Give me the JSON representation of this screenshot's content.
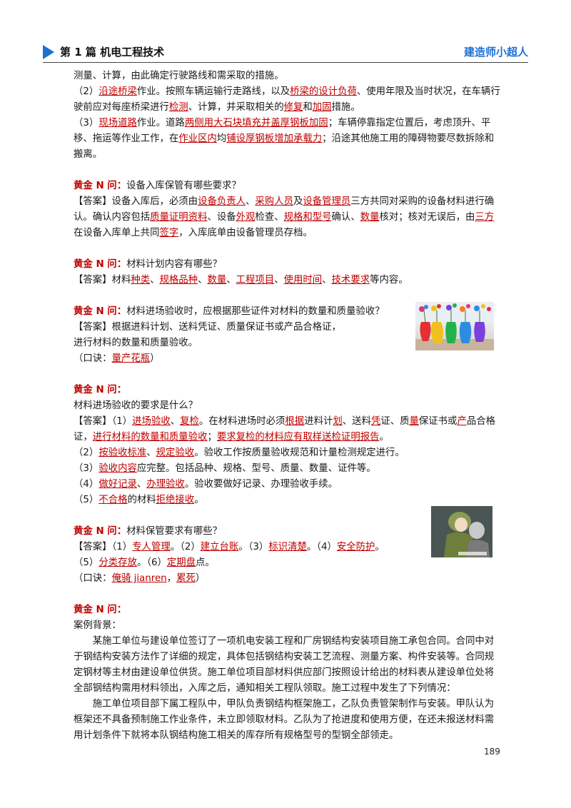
{
  "header": {
    "title": "第 1 篇  机电工程技术",
    "brand": "建造师小超人"
  },
  "page_number": "189",
  "images": [
    {
      "name": "colorful-flower-vases",
      "description": "彩色花瓶图片"
    },
    {
      "name": "anime-characters",
      "description": "动漫人物图片"
    }
  ],
  "content": {
    "p1": {
      "t1": "测量、计算，由此确定行驶路线和需采取的措施。"
    },
    "p2": {
      "t1": "（2）",
      "u1": "沿途桥梁",
      "t2": "作业。按照车辆运输行走路线，以及",
      "u2": "桥梁的设计负荷",
      "t3": "、使用年限及当时状况，在车辆行驶前应对每座桥梁进行",
      "u3": "检测",
      "t4": "、计算，并采取相关的",
      "u4": "修复",
      "t5": "和",
      "u5": "加固",
      "t6": "措施。"
    },
    "p3": {
      "t1": "（3）",
      "u1": "现场道路",
      "t2": "作业。道路",
      "u2": "两侧用大石块填充并盖厚钢板加固",
      "t3": "；车辆停靠指定位置后，考虑顶升、平移、拖运等作业工作，在",
      "u3": "作业区内",
      "t4": "均",
      "u4": "铺设厚钢板增加承载力",
      "t5": "；沿途其他施工用的障碍物要尽数拆除和搬离。"
    },
    "q1": {
      "label": "黄金 N 问：",
      "text": "设备入库保管有哪些要求？",
      "a_t1": "【答案】设备入库后，必须由",
      "a_u1": "设备负责人",
      "a_t2": "、",
      "a_u2": "采购人员",
      "a_t3": "及",
      "a_u3": "设备管理员",
      "a_t4": "三方共同对采购的设备材料进行确认。确认内容包括",
      "a_u4": "质量证明资料",
      "a_t5": "、设备",
      "a_u5": "外观",
      "a_t6": "检查、",
      "a_u6": "规格和型号",
      "a_t7": "确认、",
      "a_u7": "数量",
      "a_t8": "核对；核对无误后，由",
      "a_u8": "三方",
      "a_t9": "在设备入库单上共同",
      "a_u9": "签字",
      "a_t10": "，入库底单由设备管理员存档。"
    },
    "q2": {
      "label": "黄金 N 问：",
      "text": "材料计划内容有哪些？",
      "a_t1": "【答案】材料",
      "a_u1": "种类",
      "a_t2": "、",
      "a_u2": "规格品种",
      "a_t3": "、",
      "a_u3": "数量",
      "a_t4": "、",
      "a_u4": "工程项目",
      "a_t5": "、",
      "a_u5": "使用时间",
      "a_t6": "、",
      "a_u6": "技术要求",
      "a_t7": "等内容。"
    },
    "q3": {
      "label": "黄金 N 问：",
      "text": "材料进场验收时，应根据那些证件对材料的数量和质量验收？",
      "a1": "【答案】根据进料计划、送料凭证、质量保证书或产品合格证，",
      "a2": "进行材料的数量和质量验收。",
      "mn_t1": "（口诀：",
      "mn_u1": "量产花瓶",
      "mn_t2": "）"
    },
    "q4": {
      "label": "黄金 N 问：",
      "text": "材料进场验收的要求是什么？",
      "l1_t1": "【答案】（1）",
      "l1_u1": "进场验收",
      "l1_t2": "、",
      "l1_u2": "复检",
      "l1_t3": "。在材料进场时必须",
      "l1_u3": "根据",
      "l1_t4": "进料计",
      "l1_u4": "划",
      "l1_t5": "、送料",
      "l1_u5": "凭",
      "l1_t6": "证、质",
      "l1_u6": "量",
      "l1_t7": "保证书或",
      "l1_u7": "产",
      "l1_t8": "品合格证，",
      "l1_u8": "进行材料的数量和质量验收",
      "l1_t9": "；",
      "l1_u9": "要求复检的材料应有取样送检证明报告",
      "l1_t10": "。",
      "l2_t1": "（2）",
      "l2_u1": "按验收标准",
      "l2_t2": "、",
      "l2_u2": "规定验收",
      "l2_t3": "。验收工作按质量验收规范和计量检测规定进行。",
      "l3_t1": "（3）",
      "l3_u1": "验收内容",
      "l3_t2": "应完整。包括品种、规格、型号、质量、数量、证件等。",
      "l4_t1": "（4）",
      "l4_u1": "做好记录",
      "l4_t2": "、",
      "l4_u2": "办理验收",
      "l4_t3": "。验收要做好记录、办理验收手续。",
      "l5_t1": "（5）",
      "l5_u1": "不合格",
      "l5_t2": "的材料",
      "l5_u2": "拒绝接收",
      "l5_t3": "。"
    },
    "q5": {
      "label": "黄金 N 问：",
      "text": "材料保管要求有哪些？",
      "a_t1": "【答案】（1）",
      "a_u1": "专人管理",
      "a_t2": "。（2）",
      "a_u2": "建立台账",
      "a_t3": "。（3）",
      "a_u3": "标识清楚",
      "a_t4": "。（4）",
      "a_u4": "安全防护",
      "a_t5": "。",
      "b_t1": "（5）",
      "b_u1": "分类存放",
      "b_t2": "。（6）",
      "b_u2": "定期盘",
      "b_t3": "点。",
      "mn_t1": "（口诀：",
      "mn_u1": "俺骑 jianren",
      "mn_t2": "，",
      "mn_u2": "累死",
      "mn_t3": "）"
    },
    "q6": {
      "label": "黄金 N 问：",
      "bg_label": "案例背景：",
      "para1": "某施工单位与建设单位签订了一项机电安装工程和厂房钢结构安装项目施工承包合同。合同中对于钢结构安装方法作了详细的规定，具体包括钢结构安装工艺流程、测量方案、构件安装等。合同规定钢材等主材由建设单位供货。施工单位项目部材料供应部门按照设计给出的材料表从建设单位处将全部钢结构需用材料领出，入库之后，通知相关工程队领取。施工过程中发生了下列情况：",
      "para2": "施工单位项目部下属工程队中，甲队负责钢结构框架施工，乙队负责管架制作与安装。甲队认为框架还不具备预制施工作业条件，未立即领取材料。乙队为了抢进度和使用方便，在还未报送材料需用计划条件下就将本队钢结构施工相关的库存所有规格型号的型钢全部领走。"
    }
  }
}
